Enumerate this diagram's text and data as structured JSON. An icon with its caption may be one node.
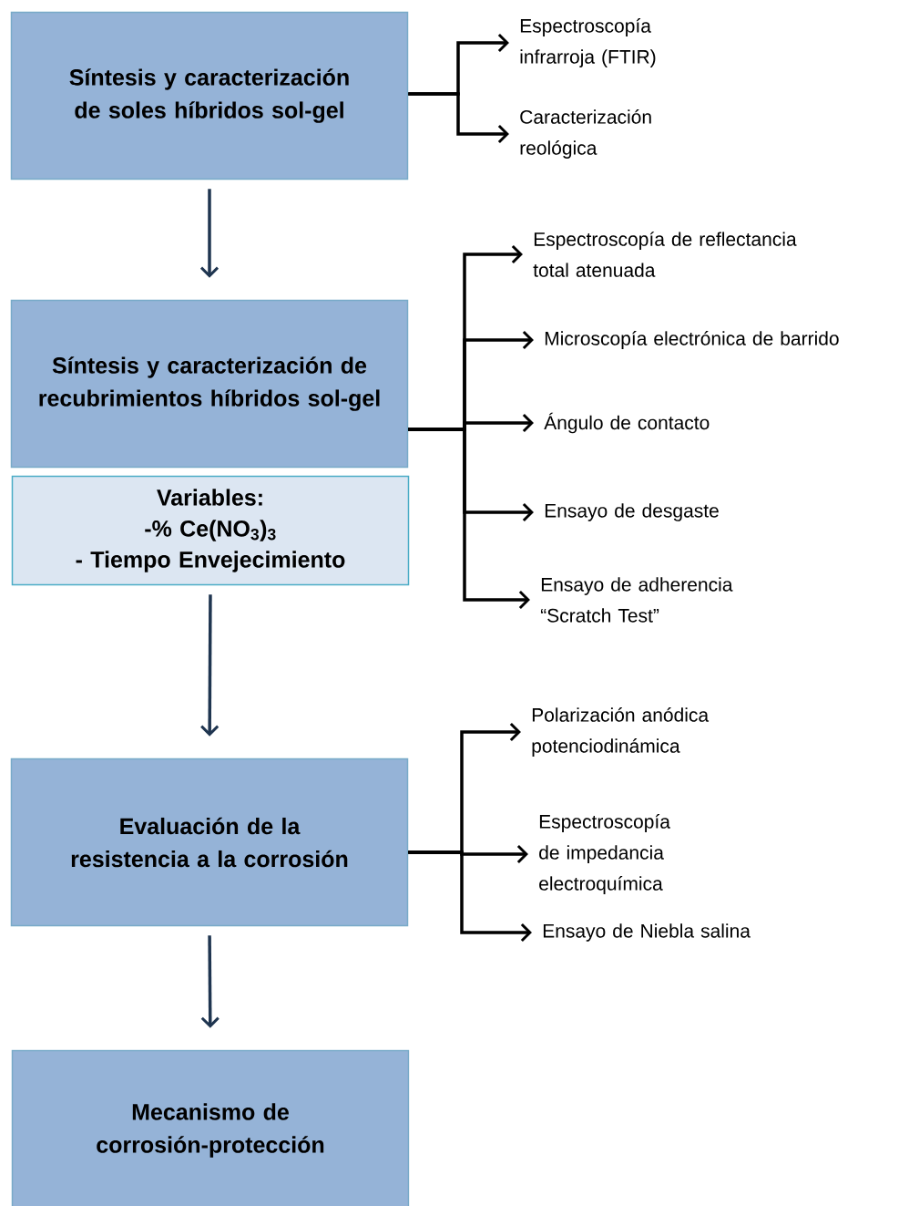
{
  "diagram": {
    "nodes": [
      {
        "text": [
          "Síntesis y caracterización de soles híbridos sol-gel"
        ]
      },
      {
        "text": [
          "Espectroscopía infrarroja (FTIR)"
        ]
      },
      {
        "text": [
          "Caracterización reológica"
        ]
      },
      {
        "text": [
          "Síntesis y caracterización de recubrimientos híbridos sol-gel"
        ]
      },
      {
        "text": [
          "Variables:",
          "-% Ce(NO$_{3}$)$_{3}$",
          "- Tiempo Envejecimiento"
        ]
      },
      {
        "text": [
          "Espectroscopía de reflectancia total atenuada"
        ]
      },
      {
        "text": [
          "Microscopía electrónica de barrido"
        ]
      },
      {
        "text": [
          "Ángulo de contacto"
        ]
      },
      {
        "text": [
          "Ensayo de desgaste"
        ]
      },
      {
        "text": [
          "Ensayo de adherencia “Scratch Test”"
        ]
      },
      {
        "text": [
          "Evaluación de la resistencia a la corrosión"
        ]
      },
      {
        "text": [
          "Polarización anódica potenciodinámica"
        ]
      },
      {
        "text": [
          "Espectroscopía de impedancia electroquímica"
        ]
      },
      {
        "text": [
          "Ensayo de Niebla salina"
        ]
      },
      {
        "text": [
          "Mecanismo de corrosión-protección"
        ]
      }
    ],
    "edges": [
      {
        "from": 0,
        "to": 1,
        "arrow": "to"
      },
      {
        "from": 0,
        "to": 2,
        "arrow": "to"
      },
      {
        "from": 0,
        "to": 3,
        "arrow": "to",
        "color": "#1f3550"
      },
      {
        "from": 3,
        "to": 5,
        "arrow": "to"
      },
      {
        "from": 3,
        "to": 6,
        "arrow": "to"
      },
      {
        "from": 3,
        "to": 7,
        "arrow": "to"
      },
      {
        "from": 3,
        "to": 8,
        "arrow": "to"
      },
      {
        "from": 3,
        "to": 9,
        "arrow": "to"
      },
      {
        "from": 4,
        "to": 10,
        "arrow": "to",
        "color": "#1f3550"
      },
      {
        "from": 10,
        "to": 11,
        "arrow": "to"
      },
      {
        "from": 10,
        "to": 12,
        "arrow": "to"
      },
      {
        "from": 10,
        "to": 13,
        "arrow": "to"
      },
      {
        "from": 10,
        "to": 14,
        "arrow": "to",
        "color": "#1f3550"
      }
    ]
  }
}
